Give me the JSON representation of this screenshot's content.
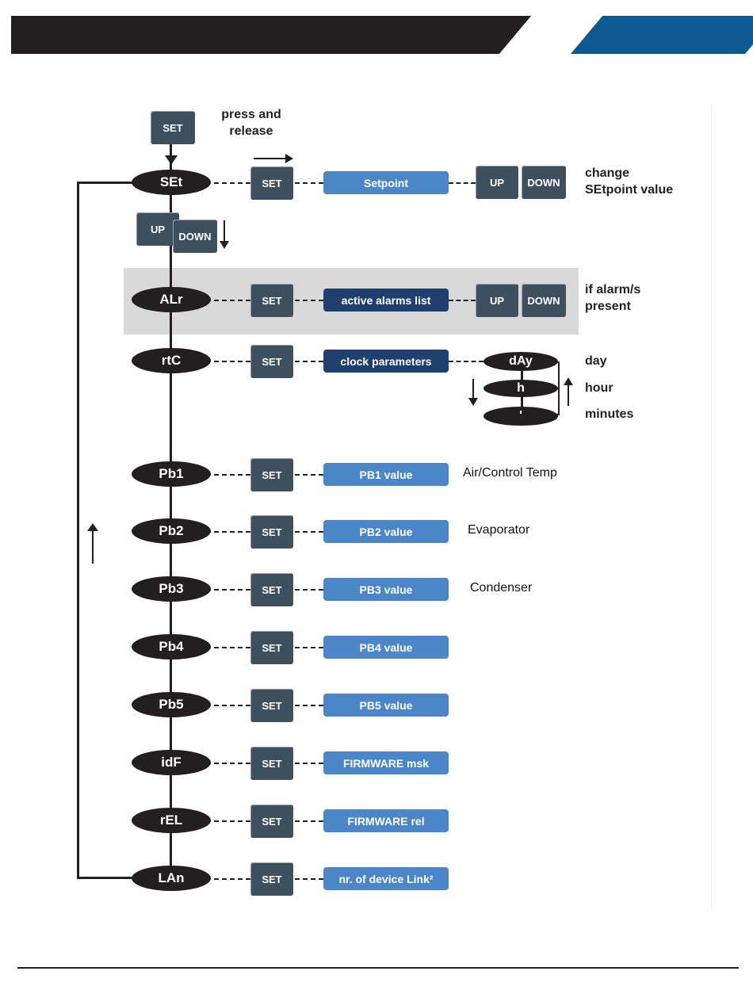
{
  "top_button": {
    "label": "SET",
    "caption_line1": "press and",
    "caption_line2": "release"
  },
  "set_row": {
    "oval": "SEt",
    "set": "SET",
    "panel": "Setpoint",
    "up": "UP",
    "down": "DOWN",
    "caption_line1": "change",
    "caption_line2": "SEtpoint value"
  },
  "nav_keys": {
    "up": "UP",
    "down": "DOWN"
  },
  "alarm_row": {
    "oval": "ALr",
    "set": "SET",
    "panel": "active alarms list",
    "up": "UP",
    "down": "DOWN",
    "caption_line1": "if alarm/s",
    "caption_line2": "present"
  },
  "clock_row": {
    "oval": "rtC",
    "set": "SET",
    "panel": "clock parameters",
    "sub": [
      {
        "oval": "dAy",
        "label": "day"
      },
      {
        "oval": "h",
        "label": "hour"
      },
      {
        "oval": "'",
        "label": "minutes"
      }
    ]
  },
  "rows": [
    {
      "oval": "Pb1",
      "set": "SET",
      "panel": "PB1 value",
      "note": "Air/Control Temp"
    },
    {
      "oval": "Pb2",
      "set": "SET",
      "panel": "PB2 value",
      "note": "Evaporator"
    },
    {
      "oval": "Pb3",
      "set": "SET",
      "panel": "PB3 value",
      "note": "Condenser"
    },
    {
      "oval": "Pb4",
      "set": "SET",
      "panel": "PB4 value",
      "note": ""
    },
    {
      "oval": "Pb5",
      "set": "SET",
      "panel": "PB5 value",
      "note": ""
    },
    {
      "oval": "idF",
      "set": "SET",
      "panel": "FIRMWARE msk",
      "note": ""
    },
    {
      "oval": "rEL",
      "set": "SET",
      "panel": "FIRMWARE rel",
      "note": ""
    },
    {
      "oval": "LAn",
      "set": "SET",
      "panel": "nr. of device Link²",
      "note": ""
    }
  ]
}
